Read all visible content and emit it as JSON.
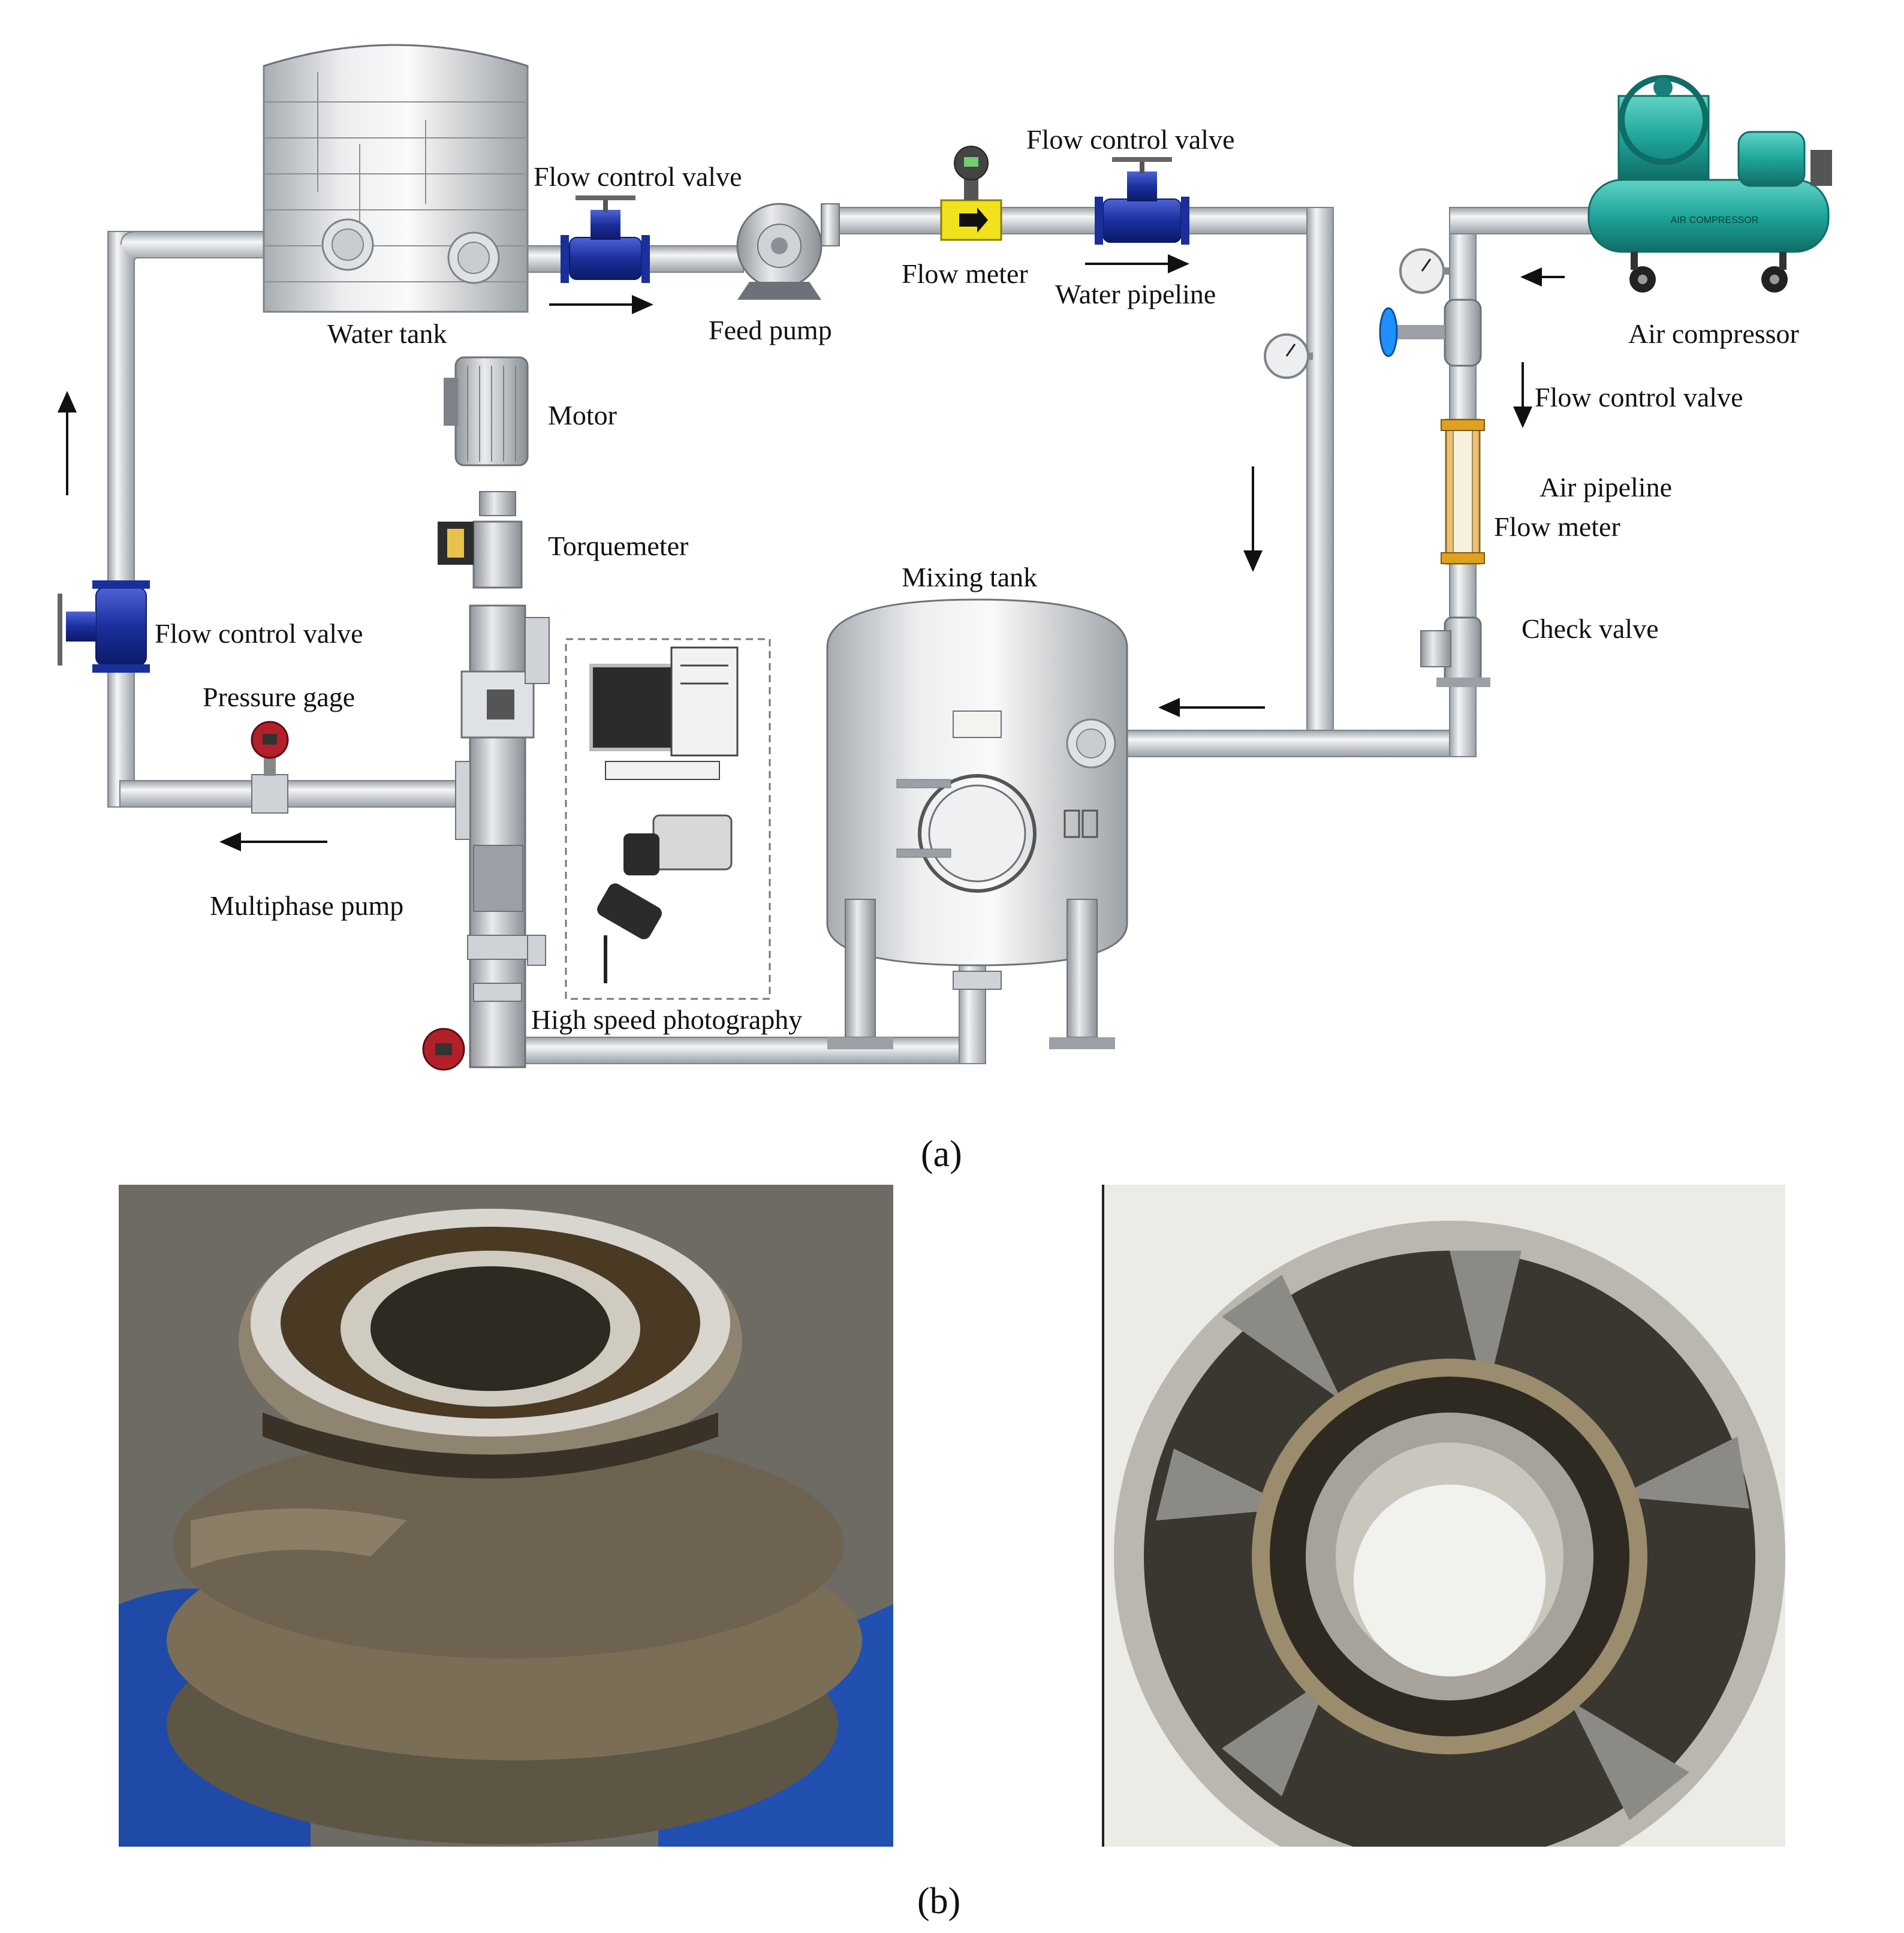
{
  "labels": {
    "water_tank": "Water tank",
    "flow_control_valve_1": "Flow control valve",
    "feed_pump": "Feed pump",
    "flow_meter_1": "Flow meter",
    "flow_control_valve_2": "Flow control valve",
    "water_pipeline": "Water pipeline",
    "air_compressor": "Air compressor",
    "flow_control_valve_3": "Flow control valve",
    "air_pipeline": "Air pipeline",
    "flow_meter_2": "Flow meter",
    "check_valve": "Check valve",
    "motor": "Motor",
    "torquemeter": "Torquemeter",
    "mixing_tank": "Mixing tank",
    "flow_control_valve_4": "Flow control valve",
    "pressure_gage": "Pressure gage",
    "multiphase_pump": "Multiphase pump",
    "high_speed_photography": "High speed photography"
  },
  "captions": {
    "a": "(a)",
    "b": "(b)"
  },
  "compressor_brand": "AIR COMPRESSOR",
  "colors": {
    "pipe": "#c9cdd2",
    "valve_blue": "#1a2f9c",
    "meter_yellow": "#f2e21e",
    "compressor_teal": "#1fa59a",
    "gauge_red": "#b3202a"
  }
}
